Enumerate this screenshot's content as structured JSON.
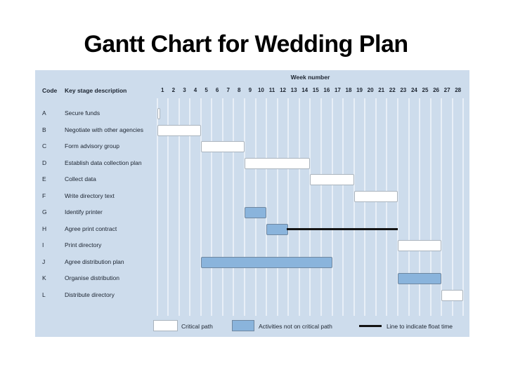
{
  "slide": {
    "title": "Gantt Chart for Wedding Plan"
  },
  "chart_data": {
    "type": "bar",
    "subtype": "gantt",
    "title": "Gantt Chart for Wedding Plan",
    "week_axis_label": "Week number",
    "col_headers": {
      "code": "Code",
      "description": "Key stage description"
    },
    "weeks": [
      1,
      2,
      3,
      4,
      5,
      6,
      7,
      8,
      9,
      10,
      11,
      12,
      13,
      14,
      15,
      16,
      17,
      18,
      19,
      20,
      21,
      22,
      23,
      24,
      25,
      26,
      27,
      28
    ],
    "xlim": [
      1,
      28
    ],
    "tasks": [
      {
        "code": "A",
        "description": "Secure funds",
        "start_week": 1,
        "end_week": 1,
        "duration_weeks": 0.25,
        "critical": true
      },
      {
        "code": "B",
        "description": "Negotiate with other agencies",
        "start_week": 1,
        "end_week": 4,
        "duration_weeks": 4,
        "critical": true
      },
      {
        "code": "C",
        "description": "Form advisory group",
        "start_week": 5,
        "end_week": 8,
        "duration_weeks": 4,
        "critical": true
      },
      {
        "code": "D",
        "description": "Establish data collection plan",
        "start_week": 9,
        "end_week": 14,
        "duration_weeks": 6,
        "critical": true
      },
      {
        "code": "E",
        "description": "Collect data",
        "start_week": 15,
        "end_week": 18,
        "duration_weeks": 4,
        "critical": true
      },
      {
        "code": "F",
        "description": "Write directory text",
        "start_week": 19,
        "end_week": 22,
        "duration_weeks": 4,
        "critical": true
      },
      {
        "code": "G",
        "description": "Identify printer",
        "start_week": 9,
        "end_week": 10,
        "duration_weeks": 2,
        "critical": false
      },
      {
        "code": "H",
        "description": "Agree print contract",
        "start_week": 11,
        "end_week": 12,
        "duration_weeks": 2,
        "critical": false,
        "float_line_to_week": 22
      },
      {
        "code": "I",
        "description": "Print directory",
        "start_week": 23,
        "end_week": 26,
        "duration_weeks": 4,
        "critical": true
      },
      {
        "code": "J",
        "description": "Agree distribution plan",
        "start_week": 5,
        "end_week": 16,
        "duration_weeks": 12,
        "critical": false
      },
      {
        "code": "K",
        "description": "Organise distribution",
        "start_week": 23,
        "end_week": 26,
        "duration_weeks": 4,
        "critical": false
      },
      {
        "code": "L",
        "description": "Distribute directory",
        "start_week": 27,
        "end_week": 28,
        "duration_weeks": 2,
        "critical": true
      }
    ],
    "legend": [
      {
        "type": "critical",
        "label": "Critical path"
      },
      {
        "type": "noncritical",
        "label": "Activities not on critical path"
      },
      {
        "type": "float",
        "label": "Line to indicate float time"
      }
    ],
    "colors": {
      "panel_background": "#cddcec",
      "gridline": "#e8eff7",
      "critical_bar_fill": "#ffffff",
      "critical_bar_border": "#a9b3bd",
      "noncritical_bar_fill": "#8ab4dc",
      "noncritical_bar_border": "#6f87a0",
      "float_line": "#141414",
      "text": "#1c2430"
    }
  }
}
